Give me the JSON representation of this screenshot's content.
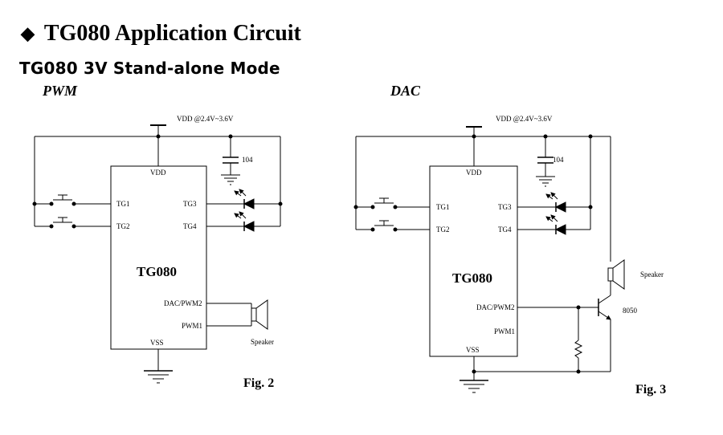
{
  "header": {
    "diamond": "◆",
    "title": "TG080 Application Circuit",
    "subtitle": "TG080 3V Stand-alone Mode"
  },
  "fig2": {
    "mode": "PWM",
    "vdd_label": "VDD @2.4V~3.6V",
    "cap_label": "104",
    "chip_name": "TG080",
    "pins": {
      "vdd": "VDD",
      "tg1": "TG1",
      "tg2": "TG2",
      "tg3": "TG3",
      "tg4": "TG4",
      "dac": "DAC/PWM2",
      "pwm1": "PWM1",
      "vss": "VSS"
    },
    "speaker_label": "Speaker",
    "fig_label": "Fig. 2"
  },
  "fig3": {
    "mode": "DAC",
    "vdd_label": "VDD @2.4V~3.6V",
    "cap_label": "104",
    "chip_name": "TG080",
    "pins": {
      "vdd": "VDD",
      "tg1": "TG1",
      "tg2": "TG2",
      "tg3": "TG3",
      "tg4": "TG4",
      "dac": "DAC/PWM2",
      "pwm1": "PWM1",
      "vss": "VSS"
    },
    "speaker_label": "Speaker",
    "transistor_label": "8050",
    "fig_label": "Fig. 3"
  }
}
